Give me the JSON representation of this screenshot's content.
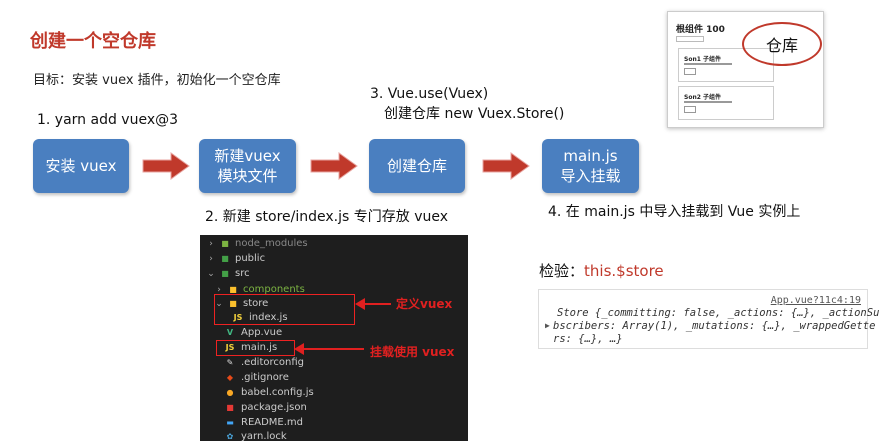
{
  "header": {
    "title": "创建一个空仓库",
    "goal": "目标：安装 vuex 插件，初始化一个空仓库"
  },
  "steps": {
    "step1": "1. yarn add vuex@3",
    "step2": "2. 新建  store/index.js 专门存放 vuex",
    "step3_line1": "3. Vue.use(Vuex)",
    "step3_line2": "创建仓库 new Vuex.Store()",
    "step4": "4. 在 main.js 中导入挂载到 Vue 实例上"
  },
  "flow": {
    "box1": "安装 vuex",
    "box2_line1": "新建vuex",
    "box2_line2": "模块文件",
    "box3": "创建仓库",
    "box4_line1": "main.js",
    "box4_line2": "导入挂载",
    "box_color": "#4a7fc0",
    "arrow_color": "#c0392b"
  },
  "thumbnail": {
    "title": "根组件 100",
    "son1": "Son1 子组件",
    "son2": "Son2 子组件",
    "callout": "仓库"
  },
  "file_tree": {
    "items": [
      {
        "name": "node_modules",
        "chevron": "›",
        "icon": "folder-icon"
      },
      {
        "name": "public",
        "chevron": "›",
        "icon": "folder-icon"
      },
      {
        "name": "src",
        "chevron": "⌄",
        "icon": "folder-icon"
      },
      {
        "name": "components",
        "chevron": "›",
        "icon": "folder-icon"
      },
      {
        "name": "store",
        "chevron": "⌄",
        "icon": "folder-icon"
      },
      {
        "name": "index.js",
        "chevron": "",
        "icon": "js-file-icon",
        "badge": "JS"
      },
      {
        "name": "App.vue",
        "chevron": "",
        "icon": "vue-file-icon",
        "badge": "V"
      },
      {
        "name": "main.js",
        "chevron": "",
        "icon": "js-file-icon",
        "badge": "JS"
      },
      {
        "name": ".editorconfig",
        "chevron": "",
        "icon": "config-file-icon"
      },
      {
        "name": ".gitignore",
        "chevron": "",
        "icon": "git-file-icon"
      },
      {
        "name": "babel.config.js",
        "chevron": "",
        "icon": "babel-file-icon"
      },
      {
        "name": "package.json",
        "chevron": "",
        "icon": "npm-file-icon"
      },
      {
        "name": "README.md",
        "chevron": "",
        "icon": "markdown-file-icon"
      },
      {
        "name": "yarn.lock",
        "chevron": "",
        "icon": "yarn-file-icon"
      }
    ],
    "note_define": "定义vuex",
    "note_mount": "挂载使用 vuex"
  },
  "check": {
    "label": "检验：",
    "value": "this.$store"
  },
  "console": {
    "source_link": "App.vue?11c4:19",
    "line1": "Store {_committing: false, _actions: {…}, _actionSu",
    "line2": "bscribers: Array(1), _mutations: {…}, _wrappedGette",
    "line3": "rs: {…}, …}"
  }
}
